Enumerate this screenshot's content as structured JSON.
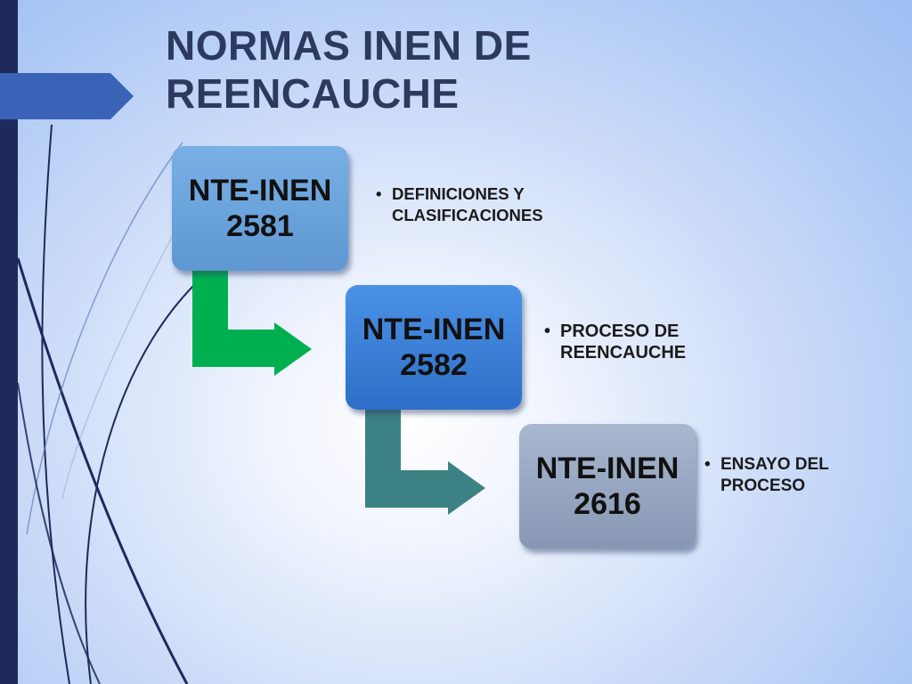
{
  "slide": {
    "title": "NORMAS INEN DE REENCAUCHE",
    "colors": {
      "title": "#2b3a5e",
      "box1": "#6ea6e0",
      "box2": "#3a80d8",
      "box3": "#97a6c2",
      "arrow1": "#00b050",
      "arrow2": "#3c8183",
      "sidebar": "#1f2a5c"
    }
  },
  "steps": [
    {
      "code": "NTE-INEN",
      "number": "2581",
      "description": "DEFINICIONES Y CLASIFICACIONES"
    },
    {
      "code": "NTE-INEN",
      "number": "2582",
      "description": "PROCESO DE REENCAUCHE"
    },
    {
      "code": "NTE-INEN",
      "number": "2616",
      "description": "ENSAYO DEL PROCESO"
    }
  ]
}
